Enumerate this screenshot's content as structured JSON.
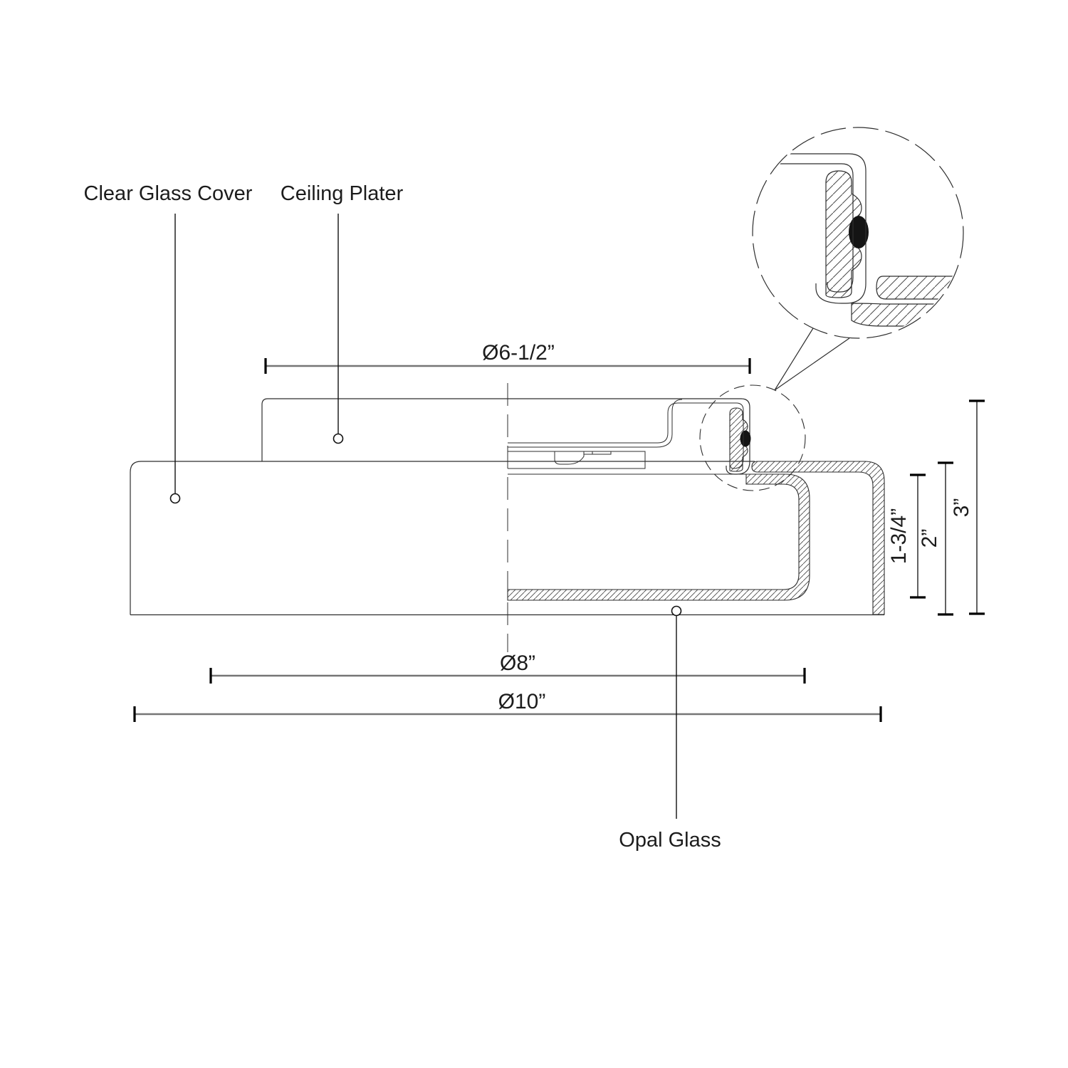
{
  "diagram": {
    "type": "technical-dimension-drawing",
    "subject": "flush-mount ceiling light cross-section",
    "part_labels": {
      "clear_glass_cover": "Clear Glass Cover",
      "ceiling_plate": "Ceiling Plater",
      "opal_glass": "Opal Glass"
    },
    "dimensions": {
      "plate_diameter": "Ø6-1/2”",
      "opal_diameter": "Ø8”",
      "overall_diameter": "Ø10”",
      "opal_height": "1-3/4”",
      "glass_height": "2”",
      "overall_height": "3”"
    },
    "colors": {
      "line": "#2e2e2e",
      "dim_line": "#757575",
      "tick": "#000000",
      "text": "#1c1c1c",
      "gasket": "#141414",
      "background": "#ffffff"
    }
  }
}
